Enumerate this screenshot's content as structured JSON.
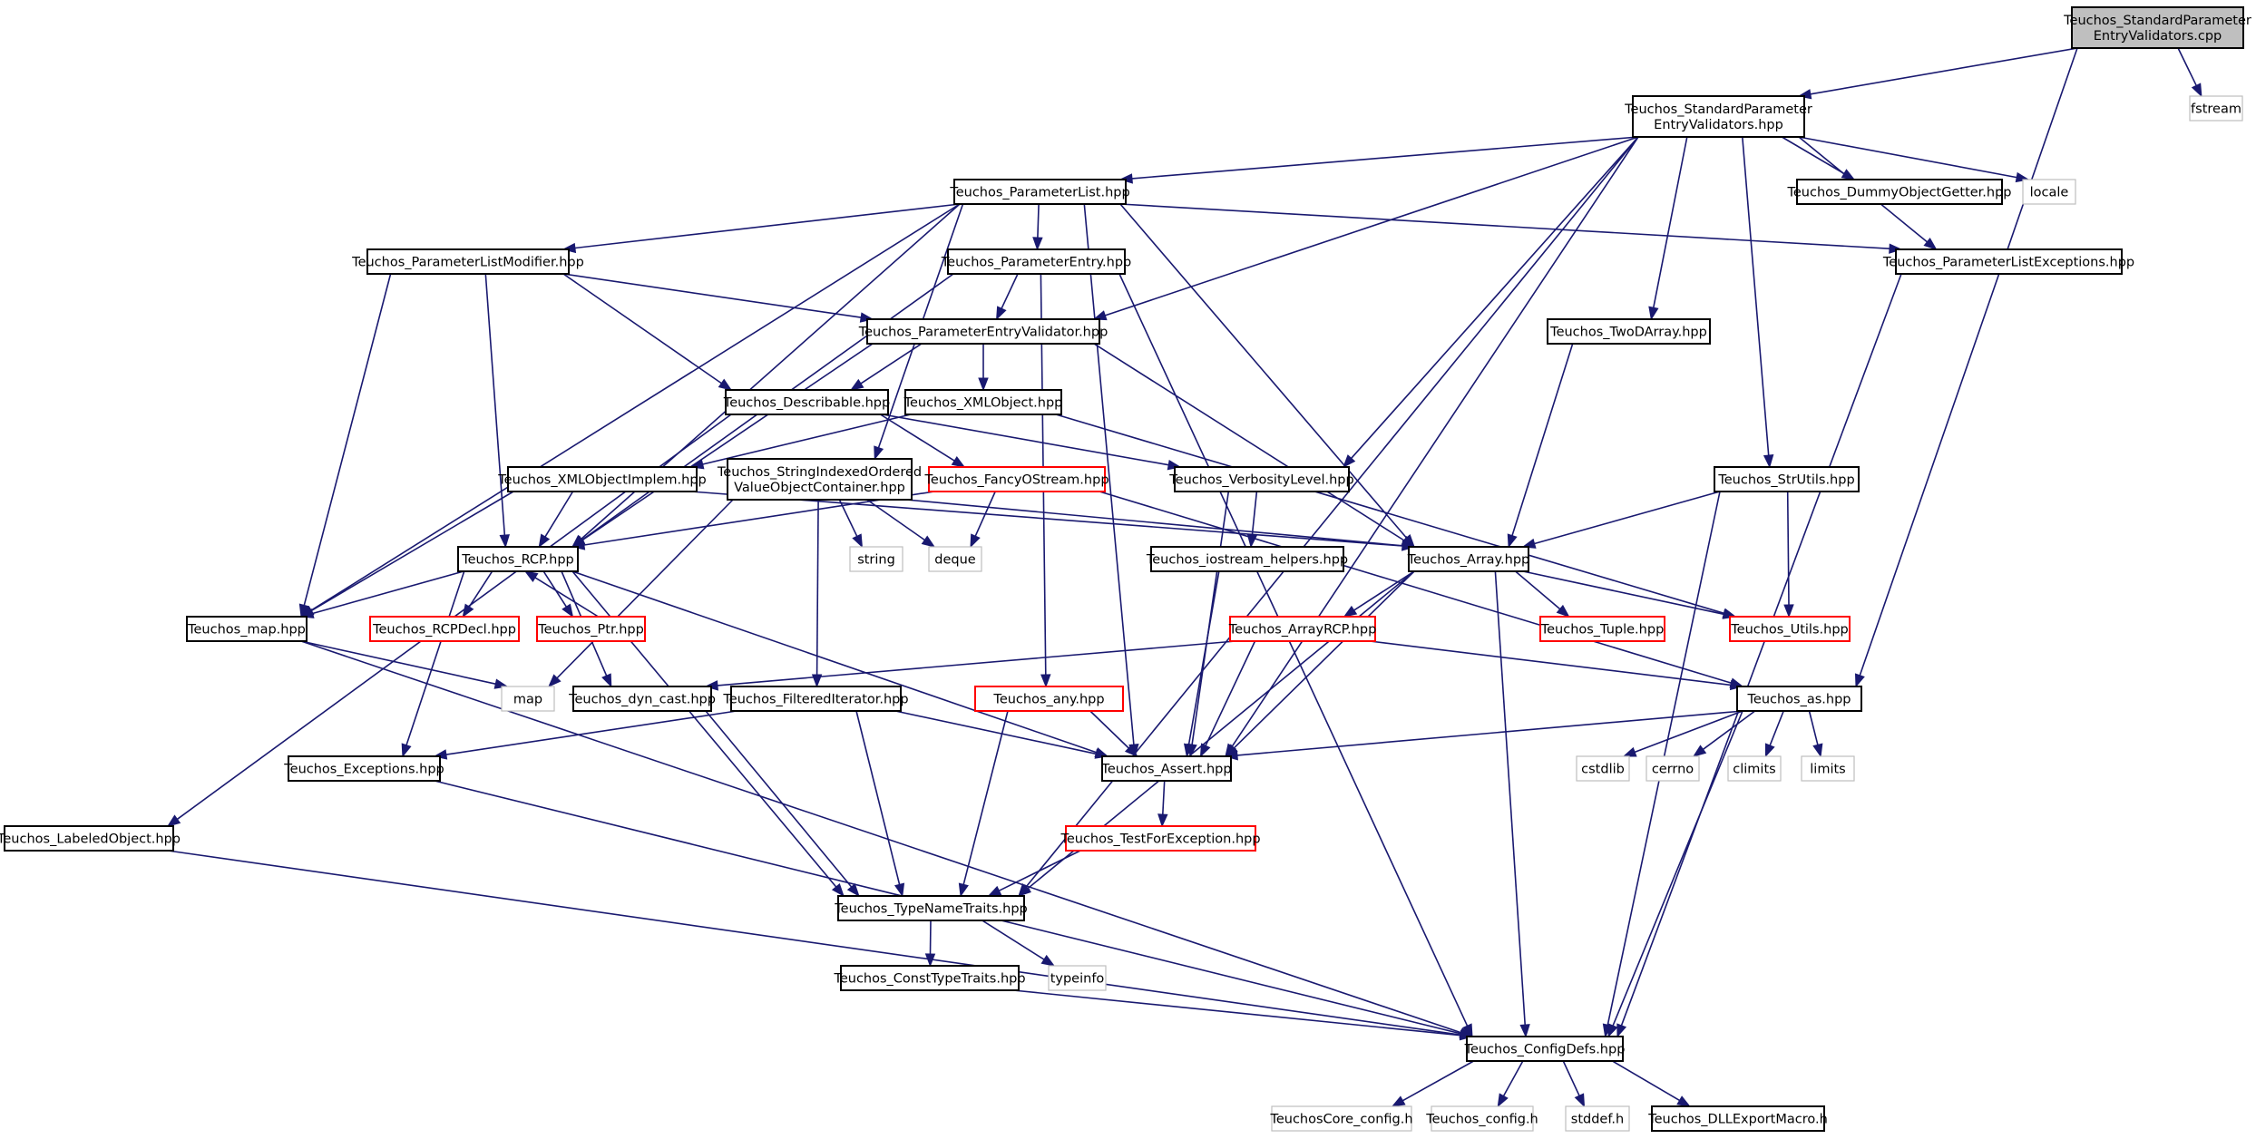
{
  "diagram": {
    "colors": {
      "edge": "#191970",
      "documented_border": "#000000",
      "incomplete_border": "#ff0000",
      "external_border": "#bfbfbf",
      "root_fill": "#bfbfbf",
      "node_fill": "#ffffff"
    },
    "nodes": [
      {
        "id": "root",
        "lines": [
          "Teuchos_StandardParameter",
          "EntryValidators.cpp"
        ],
        "kind": "root"
      },
      {
        "id": "fstream",
        "lines": [
          "fstream"
        ],
        "kind": "external"
      },
      {
        "id": "spev_hpp",
        "lines": [
          "Teuchos_StandardParameter",
          "EntryValidators.hpp"
        ],
        "kind": "normal"
      },
      {
        "id": "plist",
        "lines": [
          "Teuchos_ParameterList.hpp"
        ],
        "kind": "normal"
      },
      {
        "id": "dummy",
        "lines": [
          "Teuchos_DummyObjectGetter.hpp"
        ],
        "kind": "normal"
      },
      {
        "id": "locale",
        "lines": [
          "locale"
        ],
        "kind": "external"
      },
      {
        "id": "plmod",
        "lines": [
          "Teuchos_ParameterListModifier.hpp"
        ],
        "kind": "normal"
      },
      {
        "id": "pentry",
        "lines": [
          "Teuchos_ParameterEntry.hpp"
        ],
        "kind": "normal"
      },
      {
        "id": "plexc",
        "lines": [
          "Teuchos_ParameterListExceptions.hpp"
        ],
        "kind": "normal"
      },
      {
        "id": "pev",
        "lines": [
          "Teuchos_ParameterEntryValidator.hpp"
        ],
        "kind": "normal"
      },
      {
        "id": "twod",
        "lines": [
          "Teuchos_TwoDArray.hpp"
        ],
        "kind": "normal"
      },
      {
        "id": "describ",
        "lines": [
          "Teuchos_Describable.hpp"
        ],
        "kind": "normal"
      },
      {
        "id": "xmlobj",
        "lines": [
          "Teuchos_XMLObject.hpp"
        ],
        "kind": "normal"
      },
      {
        "id": "xmlimpl",
        "lines": [
          "Teuchos_XMLObjectImplem.hpp"
        ],
        "kind": "normal"
      },
      {
        "id": "sio",
        "lines": [
          "Teuchos_StringIndexedOrdered",
          "ValueObjectContainer.hpp"
        ],
        "kind": "normal"
      },
      {
        "id": "fancy",
        "lines": [
          "Teuchos_FancyOStream.hpp"
        ],
        "kind": "incomplete"
      },
      {
        "id": "verb",
        "lines": [
          "Teuchos_VerbosityLevel.hpp"
        ],
        "kind": "normal"
      },
      {
        "id": "strutils",
        "lines": [
          "Teuchos_StrUtils.hpp"
        ],
        "kind": "normal"
      },
      {
        "id": "rcp",
        "lines": [
          "Teuchos_RCP.hpp"
        ],
        "kind": "normal"
      },
      {
        "id": "string",
        "lines": [
          "string"
        ],
        "kind": "external"
      },
      {
        "id": "deque",
        "lines": [
          "deque"
        ],
        "kind": "external"
      },
      {
        "id": "iohelp",
        "lines": [
          "Teuchos_iostream_helpers.hpp"
        ],
        "kind": "normal"
      },
      {
        "id": "array",
        "lines": [
          "Teuchos_Array.hpp"
        ],
        "kind": "normal"
      },
      {
        "id": "map_hpp",
        "lines": [
          "Teuchos_map.hpp"
        ],
        "kind": "normal"
      },
      {
        "id": "rcpdecl",
        "lines": [
          "Teuchos_RCPDecl.hpp"
        ],
        "kind": "incomplete"
      },
      {
        "id": "ptr",
        "lines": [
          "Teuchos_Ptr.hpp"
        ],
        "kind": "incomplete"
      },
      {
        "id": "arcp",
        "lines": [
          "Teuchos_ArrayRCP.hpp"
        ],
        "kind": "incomplete"
      },
      {
        "id": "tuple",
        "lines": [
          "Teuchos_Tuple.hpp"
        ],
        "kind": "incomplete"
      },
      {
        "id": "utils",
        "lines": [
          "Teuchos_Utils.hpp"
        ],
        "kind": "incomplete"
      },
      {
        "id": "map",
        "lines": [
          "map"
        ],
        "kind": "external"
      },
      {
        "id": "dyncast",
        "lines": [
          "Teuchos_dyn_cast.hpp"
        ],
        "kind": "normal"
      },
      {
        "id": "filt",
        "lines": [
          "Teuchos_FilteredIterator.hpp"
        ],
        "kind": "normal"
      },
      {
        "id": "any",
        "lines": [
          "Teuchos_any.hpp"
        ],
        "kind": "incomplete"
      },
      {
        "id": "as",
        "lines": [
          "Teuchos_as.hpp"
        ],
        "kind": "normal"
      },
      {
        "id": "exc",
        "lines": [
          "Teuchos_Exceptions.hpp"
        ],
        "kind": "normal"
      },
      {
        "id": "assert",
        "lines": [
          "Teuchos_Assert.hpp"
        ],
        "kind": "normal"
      },
      {
        "id": "cstdlib",
        "lines": [
          "cstdlib"
        ],
        "kind": "external"
      },
      {
        "id": "cerrno",
        "lines": [
          "cerrno"
        ],
        "kind": "external"
      },
      {
        "id": "climits",
        "lines": [
          "climits"
        ],
        "kind": "external"
      },
      {
        "id": "limits",
        "lines": [
          "limits"
        ],
        "kind": "external"
      },
      {
        "id": "labeled",
        "lines": [
          "Teuchos_LabeledObject.hpp"
        ],
        "kind": "normal"
      },
      {
        "id": "tfe",
        "lines": [
          "Teuchos_TestForException.hpp"
        ],
        "kind": "incomplete"
      },
      {
        "id": "tnt",
        "lines": [
          "Teuchos_TypeNameTraits.hpp"
        ],
        "kind": "normal"
      },
      {
        "id": "ctt",
        "lines": [
          "Teuchos_ConstTypeTraits.hpp"
        ],
        "kind": "normal"
      },
      {
        "id": "typeinfo",
        "lines": [
          "typeinfo"
        ],
        "kind": "external"
      },
      {
        "id": "configdefs",
        "lines": [
          "Teuchos_ConfigDefs.hpp"
        ],
        "kind": "normal"
      },
      {
        "id": "tcconfig",
        "lines": [
          "TeuchosCore_config.h"
        ],
        "kind": "external"
      },
      {
        "id": "tconfig",
        "lines": [
          "Teuchos_config.h"
        ],
        "kind": "external"
      },
      {
        "id": "stddef",
        "lines": [
          "stddef.h"
        ],
        "kind": "external"
      },
      {
        "id": "dllexp",
        "lines": [
          "Teuchos_DLLExportMacro.h"
        ],
        "kind": "normal"
      }
    ],
    "edges": [
      [
        "root",
        "spev_hpp"
      ],
      [
        "root",
        "fstream"
      ],
      [
        "root",
        "as"
      ],
      [
        "spev_hpp",
        "plist"
      ],
      [
        "spev_hpp",
        "dummy"
      ],
      [
        "spev_hpp",
        "locale"
      ],
      [
        "spev_hpp",
        "plexc"
      ],
      [
        "spev_hpp",
        "pev"
      ],
      [
        "spev_hpp",
        "twod"
      ],
      [
        "spev_hpp",
        "verb"
      ],
      [
        "spev_hpp",
        "strutils"
      ],
      [
        "spev_hpp",
        "assert"
      ],
      [
        "spev_hpp",
        "tnt"
      ],
      [
        "plist",
        "plmod"
      ],
      [
        "plist",
        "pentry"
      ],
      [
        "plist",
        "plexc"
      ],
      [
        "plist",
        "sio"
      ],
      [
        "plist",
        "rcp"
      ],
      [
        "plist",
        "map_hpp"
      ],
      [
        "plist",
        "array"
      ],
      [
        "plist",
        "assert"
      ],
      [
        "plmod",
        "pev"
      ],
      [
        "plmod",
        "describ"
      ],
      [
        "plmod",
        "rcp"
      ],
      [
        "plmod",
        "map_hpp"
      ],
      [
        "pentry",
        "pev"
      ],
      [
        "pentry",
        "rcp"
      ],
      [
        "pentry",
        "any"
      ],
      [
        "pentry",
        "configdefs"
      ],
      [
        "pev",
        "describ"
      ],
      [
        "pev",
        "xmlobj"
      ],
      [
        "pev",
        "rcp"
      ],
      [
        "pev",
        "array"
      ],
      [
        "twod",
        "array"
      ],
      [
        "describ",
        "fancy"
      ],
      [
        "describ",
        "verb"
      ],
      [
        "describ",
        "labeled"
      ],
      [
        "xmlobj",
        "xmlimpl"
      ],
      [
        "xmlobj",
        "utils"
      ],
      [
        "xmlimpl",
        "rcp"
      ],
      [
        "xmlimpl",
        "map_hpp"
      ],
      [
        "xmlimpl",
        "array"
      ],
      [
        "sio",
        "filt"
      ],
      [
        "sio",
        "array"
      ],
      [
        "sio",
        "deque"
      ],
      [
        "sio",
        "string"
      ],
      [
        "sio",
        "map"
      ],
      [
        "fancy",
        "rcp"
      ],
      [
        "fancy",
        "deque"
      ],
      [
        "fancy",
        "as"
      ],
      [
        "verb",
        "iohelp"
      ],
      [
        "verb",
        "assert"
      ],
      [
        "strutils",
        "array"
      ],
      [
        "strutils",
        "utils"
      ],
      [
        "strutils",
        "configdefs"
      ],
      [
        "rcp",
        "rcpdecl"
      ],
      [
        "rcp",
        "ptr"
      ],
      [
        "rcp",
        "map_hpp"
      ],
      [
        "rcp",
        "exc"
      ],
      [
        "rcp",
        "dyncast"
      ],
      [
        "rcp",
        "assert"
      ],
      [
        "rcp",
        "tnt"
      ],
      [
        "ptr",
        "rcp"
      ],
      [
        "iohelp",
        "assert"
      ],
      [
        "array",
        "arcp"
      ],
      [
        "array",
        "tuple"
      ],
      [
        "array",
        "utils"
      ],
      [
        "array",
        "assert"
      ],
      [
        "array",
        "tnt"
      ],
      [
        "array",
        "configdefs"
      ],
      [
        "arcp",
        "dyncast"
      ],
      [
        "arcp",
        "assert"
      ],
      [
        "arcp",
        "as"
      ],
      [
        "map_hpp",
        "map"
      ],
      [
        "map_hpp",
        "configdefs"
      ],
      [
        "dyncast",
        "tnt"
      ],
      [
        "filt",
        "exc"
      ],
      [
        "filt",
        "assert"
      ],
      [
        "filt",
        "tnt"
      ],
      [
        "any",
        "assert"
      ],
      [
        "any",
        "tnt"
      ],
      [
        "as",
        "assert"
      ],
      [
        "as",
        "cstdlib"
      ],
      [
        "as",
        "cerrno"
      ],
      [
        "as",
        "climits"
      ],
      [
        "as",
        "limits"
      ],
      [
        "as",
        "configdefs"
      ],
      [
        "exc",
        "configdefs"
      ],
      [
        "labeled",
        "configdefs"
      ],
      [
        "tfe",
        "tnt"
      ],
      [
        "assert",
        "tfe"
      ],
      [
        "tnt",
        "ctt"
      ],
      [
        "tnt",
        "typeinfo"
      ],
      [
        "ctt",
        "configdefs"
      ],
      [
        "plexc",
        "configdefs"
      ],
      [
        "configdefs",
        "tcconfig"
      ],
      [
        "configdefs",
        "tconfig"
      ],
      [
        "configdefs",
        "stddef"
      ],
      [
        "configdefs",
        "dllexp"
      ]
    ]
  }
}
